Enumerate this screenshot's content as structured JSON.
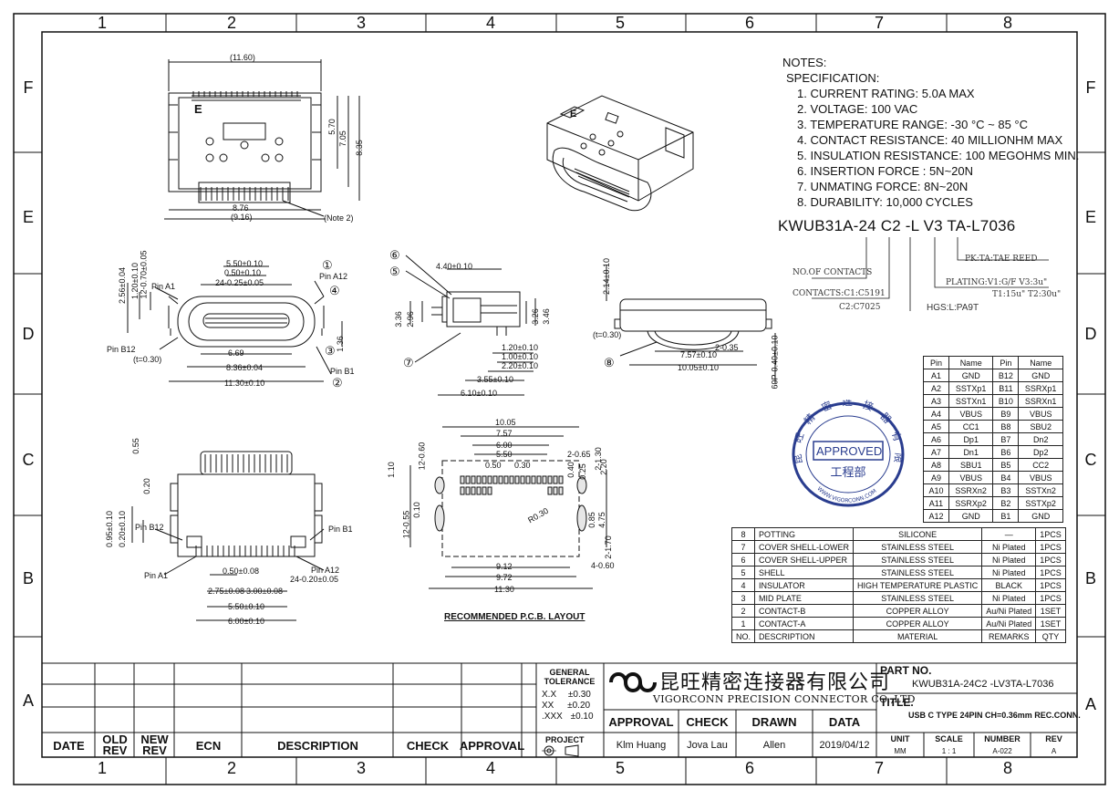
{
  "zones": {
    "columns": [
      "1",
      "2",
      "3",
      "4",
      "5",
      "6",
      "7",
      "8"
    ],
    "rows": [
      "F",
      "E",
      "D",
      "C",
      "B",
      "A"
    ]
  },
  "notes": {
    "title": "NOTES:",
    "subtitle": "SPECIFICATION:",
    "items": [
      "1. CURRENT RATING: 5.0A MAX",
      "2. VOLTAGE: 100 VAC",
      "3. TEMPERATURE RANGE: -30 °C ~ 85 °C",
      "4. CONTACT RESISTANCE: 40 MILLIONHM MAX",
      "5. INSULATION RESISTANCE: 100 MEGOHMS MIN.",
      "6. INSERTION FORCE : 5N~20N",
      "7. UNMATING FORCE: 8N~20N",
      "8. DURABILITY:  10,000 CYCLES"
    ]
  },
  "part_code": {
    "full": "KWUB31A-24 C2 -L V3 TA-L7036",
    "pk": "PK:TA:TAE REED",
    "no_contacts": "NO.OF CONTACTS",
    "plating": "PLATING:V1:G/F  V3:3u\"",
    "plating2": "T1:15u\" T2:30u\"",
    "contacts1": "CONTACTS:C1:C5191",
    "contacts2": "C2:C7025",
    "hgs": "HGS:L:PA9T"
  },
  "dims_top_view": [
    "(11.60)",
    "5.70",
    "7.05",
    "8.35",
    "8.76",
    "(9.16)",
    "(Note 2)",
    "E"
  ],
  "dims_front_view": [
    "5.50±0.10",
    "0.50±0.10",
    "24-0.25±0.05",
    "Pin A1",
    "Pin A12",
    "Pin B12",
    "Pin B1",
    "(t=0.30)",
    "6.69",
    "8.36±0.04",
    "11.30±0.10",
    "2.56±0.04",
    "1.20±0.10",
    "12-0.70±0.05",
    "1.36",
    "①",
    "②",
    "③",
    "④"
  ],
  "dims_side_view": [
    "4.40±0.10",
    "3.36",
    "2.96",
    "3.26",
    "3.46",
    "1.20±0.10",
    "1.00±0.10",
    "2.20±0.10",
    "3.55±0.10",
    "6.10±0.10",
    "⑤",
    "⑥",
    "⑦"
  ],
  "dims_rear_view": [
    "2.14±0.10",
    "(t=0.30)",
    "2-0.35",
    "7.57±0.10",
    "10.05±0.10",
    "60P-0.40±0.10",
    "⑧"
  ],
  "dims_pcb_layout": [
    "10.05",
    "7.57",
    "6.00",
    "5.50",
    "0.50",
    "0.30",
    "2-0.65",
    "2-1.30",
    "2.20",
    "0.40",
    "0.25",
    "12-0.60",
    "1.10",
    "12-0.55",
    "0.10",
    "0.85",
    "4.75",
    "2-1.70",
    "R0.30",
    "9.12",
    "9.72",
    "11.30",
    "4-0.60"
  ],
  "pcb_caption": "RECOMMENDED  P.C.B.  LAYOUT",
  "dims_bottom_view": [
    "0.55",
    "0.20",
    "0.95±0.10",
    "0.20±0.10",
    "Pin B12",
    "Pin B1",
    "Pin A1",
    "Pin A12",
    "0.50±0.08",
    "24-0.20±0.05",
    "2.75±0.08",
    "3.00±0.08",
    "5.50±0.10",
    "6.00±0.10"
  ],
  "pin_table": {
    "headers": [
      "Pin",
      "Name",
      "Pin",
      "Name"
    ],
    "rows": [
      [
        "A1",
        "GND",
        "B12",
        "GND"
      ],
      [
        "A2",
        "SSTXp1",
        "B11",
        "SSRXp1"
      ],
      [
        "A3",
        "SSTXn1",
        "B10",
        "SSRXn1"
      ],
      [
        "A4",
        "VBUS",
        "B9",
        "VBUS"
      ],
      [
        "A5",
        "CC1",
        "B8",
        "SBU2"
      ],
      [
        "A6",
        "Dp1",
        "B7",
        "Dn2"
      ],
      [
        "A7",
        "Dn1",
        "B6",
        "Dp2"
      ],
      [
        "A8",
        "SBU1",
        "B5",
        "CC2"
      ],
      [
        "A9",
        "VBUS",
        "B4",
        "VBUS"
      ],
      [
        "A10",
        "SSRXn2",
        "B3",
        "SSTXn2"
      ],
      [
        "A11",
        "SSRXp2",
        "B2",
        "SSTXp2"
      ],
      [
        "A12",
        "GND",
        "B1",
        "GND"
      ]
    ]
  },
  "stamp": {
    "ring": "昆旺精密连接器有限公司",
    "center": "APPROVED",
    "dept": "工程部",
    "url": "WWW.VIGORCONN.COM"
  },
  "bom": {
    "header": [
      "NO.",
      "DESCRIPTION",
      "MATERIAL",
      "REMARKS",
      "QTY"
    ],
    "rows": [
      [
        "8",
        "POTTING",
        "SILICONE",
        "—",
        "1PCS"
      ],
      [
        "7",
        "COVER SHELL-LOWER",
        "STAINLESS STEEL",
        "Ni Plated",
        "1PCS"
      ],
      [
        "6",
        "COVER SHELL-UPPER",
        "STAINLESS STEEL",
        "Ni Plated",
        "1PCS"
      ],
      [
        "5",
        "SHELL",
        "STAINLESS STEEL",
        "Ni Plated",
        "1PCS"
      ],
      [
        "4",
        "INSULATOR",
        "HIGH TEMPERATURE PLASTIC",
        "BLACK",
        "1PCS"
      ],
      [
        "3",
        "MID PLATE",
        "STAINLESS STEEL",
        "Ni Plated",
        "1PCS"
      ],
      [
        "2",
        "CONTACT-B",
        "COPPER ALLOY",
        "Au/Ni Plated",
        "1SET"
      ],
      [
        "1",
        "CONTACT-A",
        "COPPER ALLOY",
        "Au/Ni Plated",
        "1SET"
      ]
    ]
  },
  "title_block": {
    "revision_headers": [
      "DATE",
      "OLD REV",
      "NEW REV",
      "ECN",
      "DESCRIPTION",
      "CHECK",
      "APPROVAL"
    ],
    "tolerance_title": "GENERAL TOLERANCE",
    "tolerances": [
      [
        "X.X",
        "±0.30"
      ],
      [
        "XX",
        "±0.20"
      ],
      [
        ".XXX",
        "±0.10"
      ]
    ],
    "project_label": "PROJECT",
    "company_cn": "昆旺精密连接器有限公司",
    "company_en": "VIGORCONN PRECISION CONNECTOR CO.,LTD",
    "approval_headers": [
      "APPROVAL",
      "CHECK",
      "DRAWN",
      "DATA"
    ],
    "approval_values": [
      "Klm Huang",
      "Jova Lau",
      "Allen",
      "2019/04/12"
    ],
    "part_no_label": "PART NO.",
    "part_no": "KWUB31A-24C2 -LV3TA-L7036",
    "title_label": "TITLE.",
    "title_text": "USB C TYPE 24PIN  CH=0.36mm REC.CONN.",
    "meta_headers": [
      "UNIT",
      "SCALE",
      "NUMBER",
      "REV"
    ],
    "meta_values": [
      "MM",
      "1 : 1",
      "A-022",
      "A"
    ]
  },
  "colors": {
    "ink": "#111111",
    "stamp": "#2a3d8f",
    "line": "#222222"
  }
}
